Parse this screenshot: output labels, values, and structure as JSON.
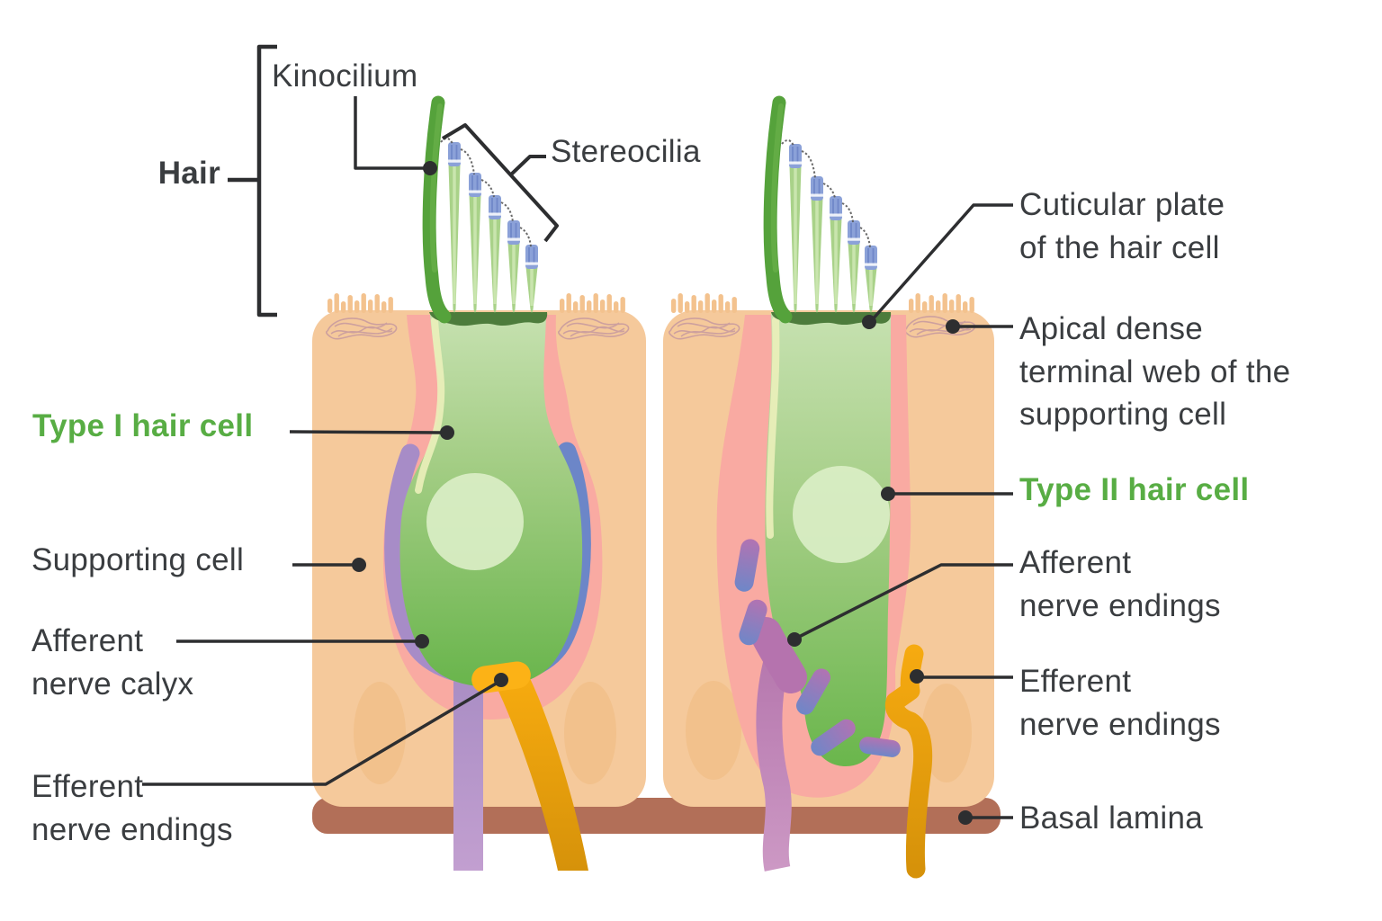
{
  "figure": {
    "labels": {
      "hair": "Hair",
      "kinocilium": "Kinocilium",
      "stereocilia": "Stereocilia",
      "type_i_hair_cell": "Type I hair cell",
      "supporting_cell": "Supporting cell",
      "afferent_nerve_calyx": "Afferent\nnerve calyx",
      "efferent_nerve_endings_left": "Efferent\nnerve endings",
      "cuticular_plate": "Cuticular plate\nof the hair cell",
      "apical_dense_terminal_web": "Apical dense\nterminal web of the\nsupporting cell",
      "type_ii_hair_cell": "Type II hair cell",
      "afferent_nerve_endings_right": "Afferent\nnerve endings",
      "efferent_nerve_endings_right": "Efferent\nnerve endings",
      "basal_lamina": "Basal lamina"
    },
    "colors": {
      "label_text": "#3a3d40",
      "hair_cell_label_green": "#58ad44",
      "hair_cell_body_green": "#6eb84f",
      "hair_cell_apex_green": "#c6e1b0",
      "nucleus_green": "#daeec5",
      "cuticular_plate_green": "#4d7c3c",
      "kinocilium_green": "#55a23b",
      "stereocilia_green": "#a9d289",
      "stereocilia_tip_blue": "#8ba1d8",
      "supporting_cell_tan": "#f5c99b",
      "channel_pink": "#f9aaa2",
      "afferent_calyx_purple": "#a78cc7",
      "afferent_calyx_blue": "#6c86c8",
      "afferent_fiber_purple": "#c489b8",
      "efferent_orange": "#f2a90e",
      "basal_lamina_brown": "#b26f58",
      "leader_line": "#2d2e30"
    }
  }
}
